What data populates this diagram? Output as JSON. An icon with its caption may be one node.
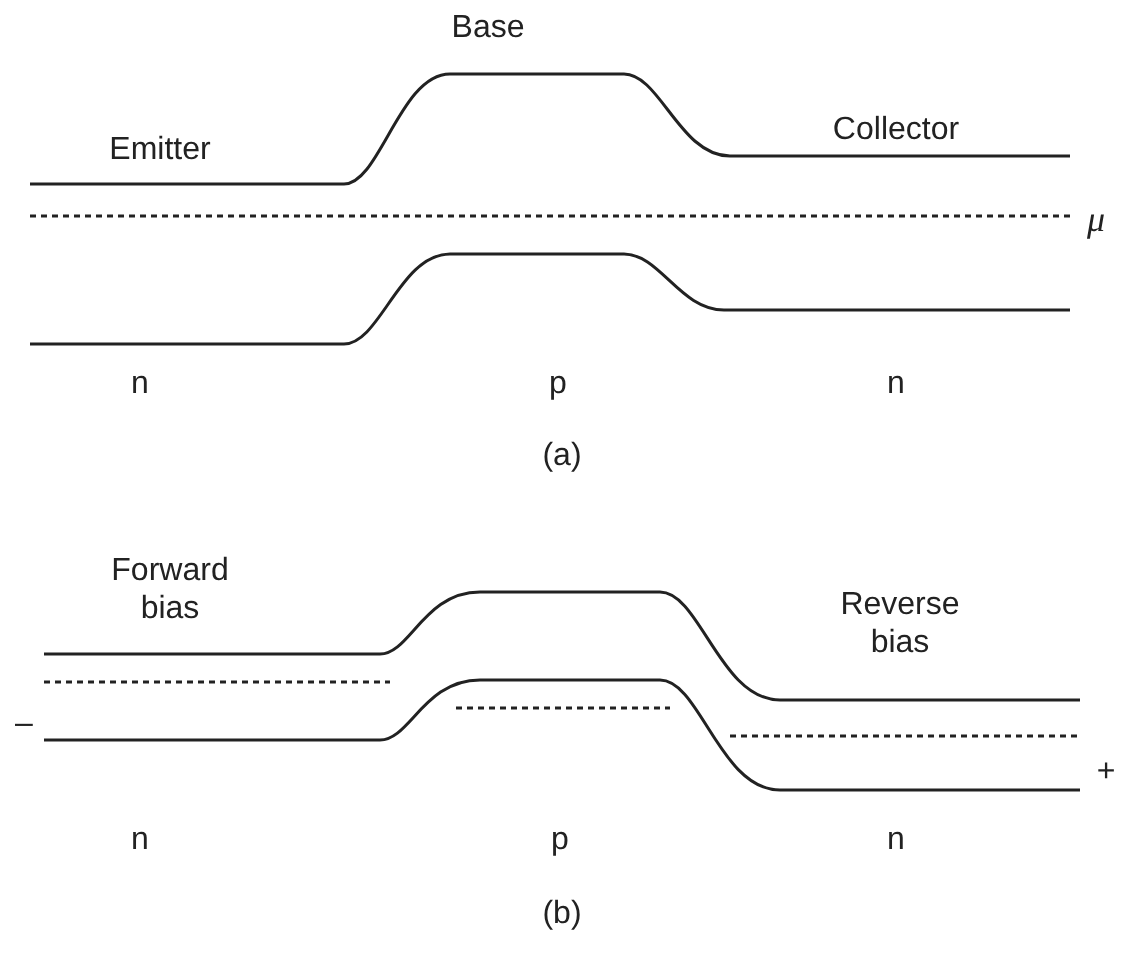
{
  "diagram": {
    "labels": [
      "Base",
      "Emitter",
      "Collector",
      "μ",
      "n",
      "p",
      "n",
      "(a)",
      "Forward bias",
      "Reverse bias",
      "–",
      "+",
      "n",
      "p",
      "n",
      "(b)"
    ]
  }
}
